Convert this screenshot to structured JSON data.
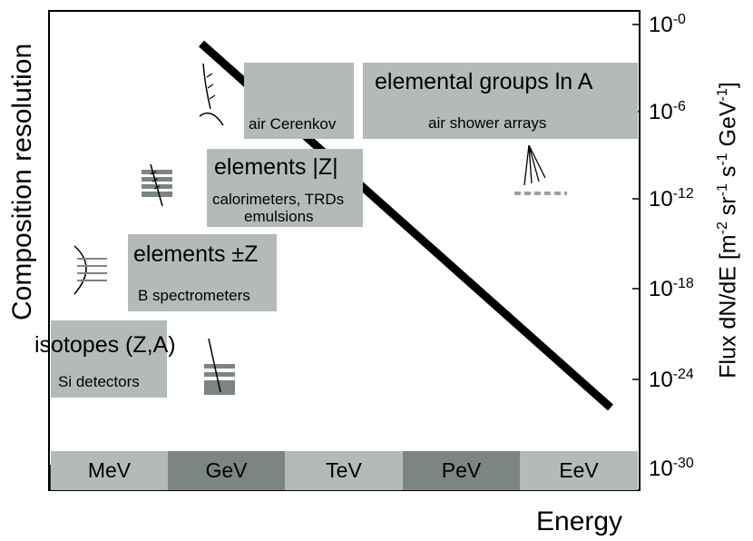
{
  "diagram": {
    "x_axis_label": "Energy",
    "left_axis_label": "Composition resolution",
    "right_axis_label": {
      "prefix": "Flux dN/dE [m",
      "exp1": "-2",
      "mid1": " sr",
      "exp2": "-1",
      "mid2": " s",
      "exp3": "-1",
      "mid3": " GeV",
      "exp4": "-1",
      "suffix": "]"
    },
    "flux_ticks": [
      {
        "base": "10",
        "exp": "-0"
      },
      {
        "base": "10",
        "exp": "-6"
      },
      {
        "base": "10",
        "exp": "-12"
      },
      {
        "base": "10",
        "exp": "-18"
      },
      {
        "base": "10",
        "exp": "-24"
      },
      {
        "base": "10",
        "exp": "-30"
      }
    ],
    "energy_bands": [
      "MeV",
      "GeV",
      "TeV",
      "PeV",
      "EeV"
    ],
    "boxes": {
      "isotopes": {
        "title": "isotopes (Z,A)",
        "detector": "Si detectors"
      },
      "elements_pm": {
        "title_prefix": "elements ",
        "title_sign": "±",
        "title_suffix": "Z",
        "detector": "B spectrometers"
      },
      "elements_abs": {
        "title": "elements |Z|",
        "detector_line1": "calorimeters, TRDs",
        "detector_line2": "emulsions"
      },
      "air_cerenkov": {
        "detector": "air Cerenkov"
      },
      "elemental_groups": {
        "title": "elemental groups ln A",
        "detector": "air shower arrays"
      }
    },
    "colors": {
      "box_fill": "#b4bbb7",
      "band_dark": "#7d8582",
      "line": "#000000"
    }
  }
}
